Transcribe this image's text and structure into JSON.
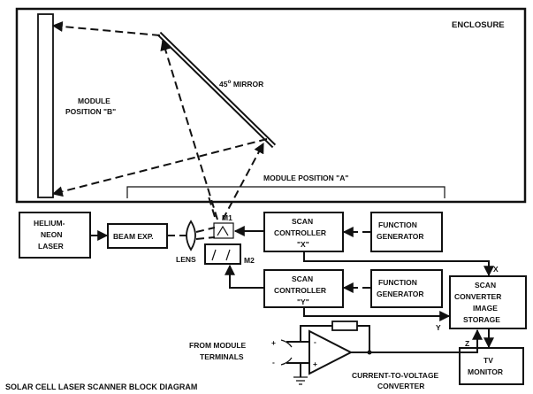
{
  "enclosure": {
    "label": "ENCLOSURE"
  },
  "mirror": {
    "label": "45",
    "degree": "o",
    "suffix": "MIRROR"
  },
  "module_b": {
    "line1": "MODULE",
    "line2": "POSITION \"B\""
  },
  "module_a": {
    "label": "MODULE POSITION \"A\""
  },
  "laser": {
    "line1": "HELIUM-",
    "line2": "NEON",
    "line3": "LASER"
  },
  "beam_exp": {
    "label": "BEAM EXP."
  },
  "lens": {
    "label": "LENS"
  },
  "m1": {
    "label": "M1"
  },
  "m2": {
    "label": "M2"
  },
  "scan_x": {
    "line1": "SCAN",
    "line2": "CONTROLLER",
    "line3": "\"X\""
  },
  "scan_y": {
    "line1": "SCAN",
    "line2": "CONTROLLER",
    "line3": "\"Y\""
  },
  "funcgen_1": {
    "line1": "FUNCTION",
    "line2": "GENERATOR"
  },
  "funcgen_2": {
    "line1": "FUNCTION",
    "line2": "GENERATOR"
  },
  "scan_converter": {
    "line1": "SCAN",
    "line2": "CONVERTER",
    "line3": "IMAGE",
    "line4": "STORAGE"
  },
  "tv": {
    "line1": "TV",
    "line2": "MONITOR"
  },
  "signals": {
    "x": "X",
    "y": "Y",
    "z": "Z"
  },
  "terminals": {
    "line1": "FROM MODULE",
    "line2": "TERMINALS",
    "plus": "+",
    "minus": "-"
  },
  "amp": {
    "minus": "-",
    "plus": "+"
  },
  "converter": {
    "line1": "CURRENT-TO-VOLTAGE",
    "line2": "CONVERTER"
  },
  "caption": {
    "text": "SOLAR CELL LASER SCANNER BLOCK DIAGRAM"
  }
}
